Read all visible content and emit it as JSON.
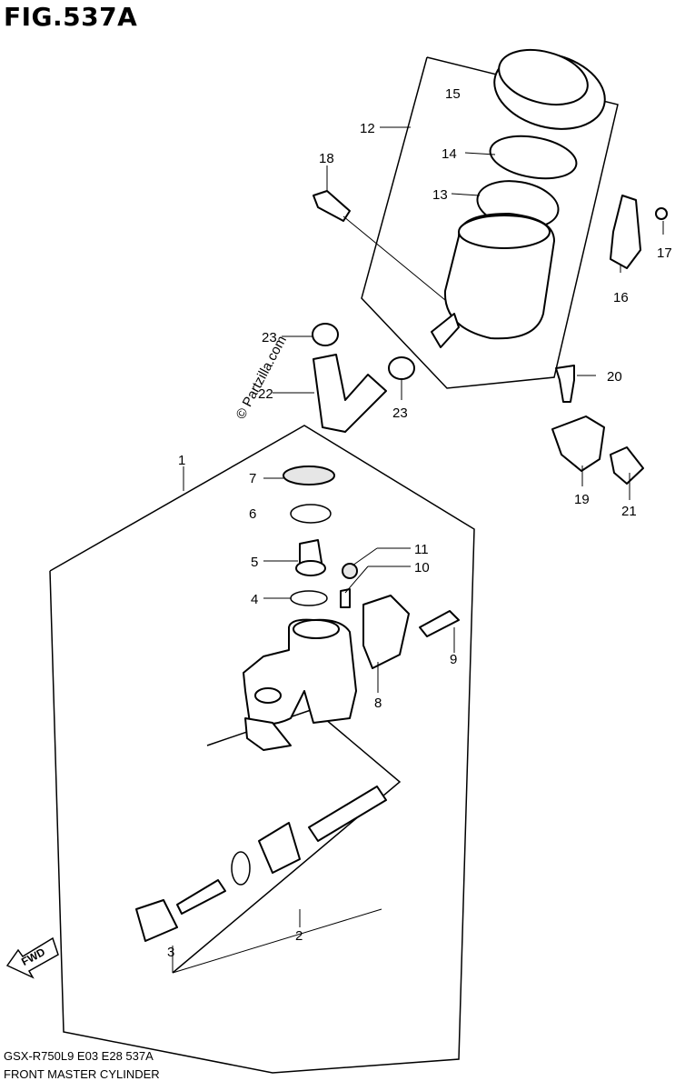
{
  "figure": {
    "title": "FIG.537A",
    "model_code": "GSX-R750L9  E03  E28  537A",
    "caption": "FRONT MASTER CYLINDER",
    "watermark": "© Partzilla.com",
    "fwd_label": "FWD"
  },
  "callouts": [
    "1",
    "2",
    "3",
    "4",
    "5",
    "6",
    "7",
    "8",
    "9",
    "10",
    "11",
    "12",
    "13",
    "14",
    "15",
    "16",
    "17",
    "18",
    "19",
    "20",
    "21",
    "22",
    "23",
    "23"
  ]
}
